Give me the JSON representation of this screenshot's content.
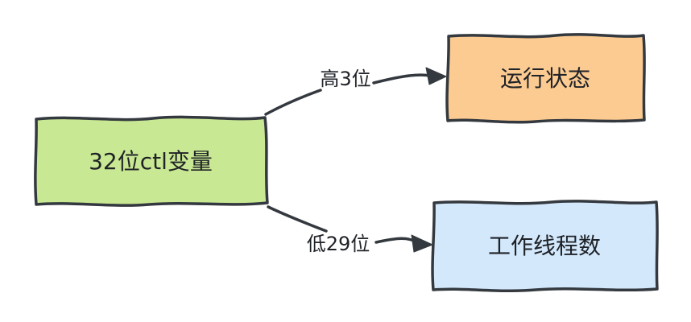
{
  "diagram": {
    "background_color": "#ffffff",
    "stroke_color": "#34393f",
    "text_color": "#1f2227",
    "style": "hand-drawn-sketch",
    "nodes": [
      {
        "id": "ctl-variable",
        "label": "32位ctl变量",
        "fill": "#c9e893"
      },
      {
        "id": "running-state",
        "label": "运行状态",
        "fill": "#fccb92"
      },
      {
        "id": "worker-thread-count",
        "label": "工作线程数",
        "fill": "#d3e8fb"
      }
    ],
    "edges": [
      {
        "from": "ctl-variable",
        "to": "running-state",
        "label": "高3位"
      },
      {
        "from": "ctl-variable",
        "to": "worker-thread-count",
        "label": "低29位"
      }
    ]
  }
}
